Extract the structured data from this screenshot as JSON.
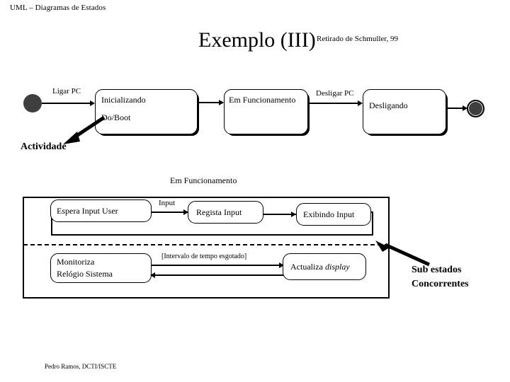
{
  "header": {
    "text": "UML – Diagramas de Estados"
  },
  "title": {
    "main": "Exemplo (III)",
    "source_note": "Retirado de Schmuller, 99"
  },
  "footer": {
    "text": "Pedro Ramos, DCTI/ISCTE"
  },
  "top_diagram": {
    "initial_state_name": "initial-state",
    "final_state_name": "final-state",
    "states": [
      {
        "id": "inicializando",
        "label": "Inicializando",
        "activity": "Do/Boot"
      },
      {
        "id": "em-funcionamento",
        "label": "Em Funcionamento",
        "activity": ""
      },
      {
        "id": "desligando",
        "label": "Desligando",
        "activity": ""
      }
    ],
    "transitions": [
      {
        "id": "t1",
        "label": "Ligar PC"
      },
      {
        "id": "t2",
        "label": ""
      },
      {
        "id": "t3",
        "label": "Desligar  PC"
      },
      {
        "id": "t4",
        "label": ""
      }
    ],
    "callout": "Actividade"
  },
  "composite": {
    "caption": "Em Funcionamento",
    "region_one": {
      "states": [
        {
          "id": "espera-input-user",
          "label": "Espera Input User"
        },
        {
          "id": "regista-input",
          "label": "Regista Input"
        },
        {
          "id": "exibindo-input",
          "label": "Exibindo Input"
        }
      ],
      "transition_label": "Input"
    },
    "region_two": {
      "states": [
        {
          "id": "monitoriza-relogio",
          "line1": "Monitoriza",
          "line2": "Relógio Sistema"
        },
        {
          "id": "actualiza-display",
          "prefix": "Actualiza ",
          "emphasis": "display"
        }
      ],
      "guard_label": "[Intervalo de tempo esgotado]"
    },
    "callout_line1": "Sub estados",
    "callout_line2": "Concorrentes"
  },
  "colors": {
    "ink": "#000000",
    "paper": "#ffffff",
    "pseudostate_fill": "#3f3f3f"
  }
}
